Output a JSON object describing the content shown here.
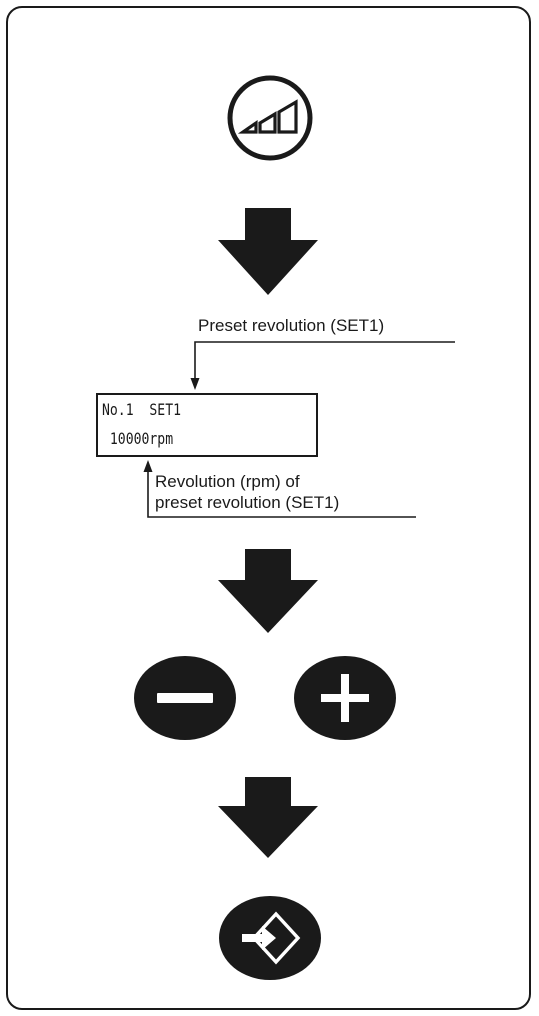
{
  "diagram": {
    "steps": [
      {
        "control": "speed-level-button",
        "icon": "speed-level-icon"
      },
      {
        "control": "lcd-display"
      },
      {
        "controls": [
          "minus-button",
          "plus-button"
        ]
      },
      {
        "control": "enter-button",
        "icon": "enter-arrow-icon"
      }
    ],
    "lcd": {
      "line1": "No.1  SET1",
      "line2": " 10000rpm"
    },
    "callouts": {
      "preset": "Preset revolution (SET1)",
      "revolution_line1": "Revolution (rpm) of",
      "revolution_line2": "preset revolution (SET1)"
    },
    "colors": {
      "ink": "#1a1a1a",
      "background": "#ffffff"
    }
  }
}
